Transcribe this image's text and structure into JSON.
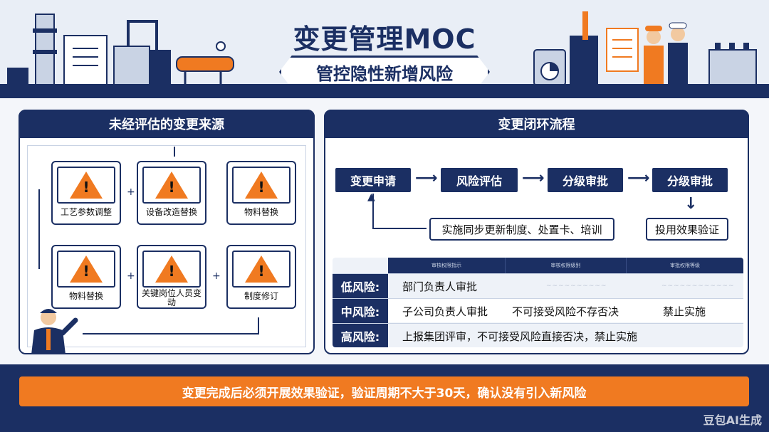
{
  "header": {
    "title": "变更管理MOC",
    "subtitle": "管控隐性新增风险"
  },
  "left_panel": {
    "title": "未经评估的变更来源",
    "sources": [
      {
        "label": "工艺参数调整",
        "icon": "warning-icon"
      },
      {
        "label": "设备改造替换",
        "icon": "warning-icon"
      },
      {
        "label": "物料替换",
        "icon": "warning-icon"
      },
      {
        "label": "物料替换",
        "icon": "warning-icon"
      },
      {
        "label": "关键岗位人员变动",
        "icon": "warning-icon"
      },
      {
        "label": "制度修订",
        "icon": "warning-icon"
      }
    ],
    "plus": "+",
    "warn_mark": "!"
  },
  "right_panel": {
    "title": "变更闭环流程",
    "flow": [
      "变更申请",
      "风险评估",
      "分级审批",
      "分级审批"
    ],
    "sync_action": "实施同步更新制度、处置卡、培训",
    "verify": "投用效果验证",
    "table": {
      "headers": [
        "审核权限指示",
        "审核权限级别",
        "审批权限等级"
      ],
      "rows": [
        {
          "level": "低风险:",
          "approver": "部门负责人审批",
          "col2": "~~~~~~~~~~",
          "col3": "~~~~~~~~~~~~"
        },
        {
          "level": "中风险:",
          "approver": "子公司负责人审批",
          "col2": "不可接受风险不存否决",
          "col3": "禁止实施"
        },
        {
          "level": "高风险:",
          "approver": "上报集团评审，不可接受风险直接否决，禁止实施",
          "col2": "",
          "col3": ""
        }
      ]
    }
  },
  "footer": {
    "note": "变更完成后必须开展效果验证，验证周期不大于30天，确认没有引入新风险",
    "watermark": "豆包AI生成"
  },
  "colors": {
    "navy": "#1b2f63",
    "orange": "#f07a21",
    "bg": "#f4f6fa"
  }
}
